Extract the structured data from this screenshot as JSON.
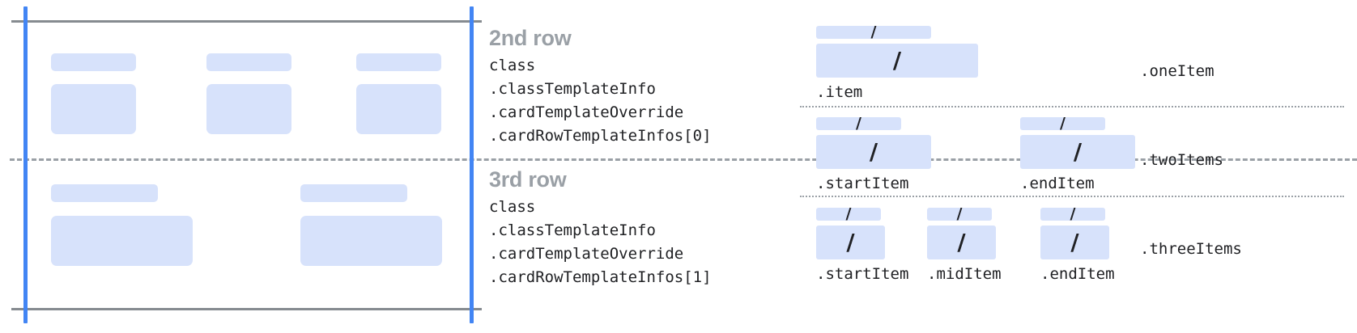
{
  "left_diagram": {
    "rows": [
      {
        "name": "2nd-row-preview",
        "columns": [
          {
            "title_bar": "placeholder",
            "body_box": "placeholder"
          },
          {
            "title_bar": "placeholder",
            "body_box": "placeholder"
          },
          {
            "title_bar": "placeholder",
            "body_box": "placeholder"
          }
        ]
      },
      {
        "name": "3rd-row-preview",
        "columns": [
          {
            "title_bar": "placeholder",
            "body_box": "placeholder"
          },
          {
            "title_bar": "placeholder",
            "body_box": "placeholder"
          }
        ]
      }
    ],
    "guide_color": "#4285f4",
    "bound_color": "#868b90",
    "placeholder_color": "#d7e2fb"
  },
  "annotations": [
    {
      "heading": "2nd row",
      "lines": [
        "class",
        ".classTemplateInfo",
        ".cardTemplateOverride",
        ".cardRowTemplateInfos[0]"
      ]
    },
    {
      "heading": "3rd row",
      "lines": [
        "class",
        ".classTemplateInfo",
        ".cardTemplateOverride",
        ".cardRowTemplateInfos[1]"
      ]
    }
  ],
  "right_diagram": {
    "slash_glyph": "/",
    "sections": [
      {
        "label": ".oneItem",
        "items": [
          {
            "caption": ".item"
          }
        ]
      },
      {
        "label": ".twoItems",
        "items": [
          {
            "caption": ".startItem"
          },
          {
            "caption": ".endItem"
          }
        ]
      },
      {
        "label": ".threeItems",
        "items": [
          {
            "caption": ".startItem"
          },
          {
            "caption": ".midItem"
          },
          {
            "caption": ".endItem"
          }
        ]
      }
    ]
  }
}
